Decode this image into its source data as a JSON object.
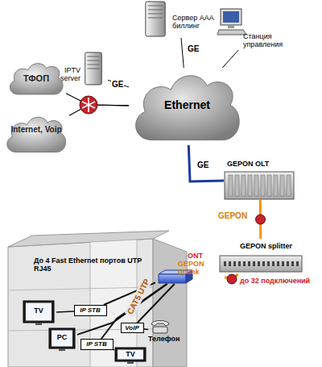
{
  "diagram": {
    "nodes": [
      {
        "text": [
          "Сервер AAA биллинг"
        ]
      },
      {
        "text": [
          "Станция управления"
        ]
      },
      {
        "text": [
          "IPTV server"
        ]
      },
      {
        "text": [
          "Ethernet"
        ]
      },
      {
        "text": [
          "ТФОП"
        ]
      },
      {
        "text": [
          "Internet, Voip"
        ]
      },
      {
        "text": [
          "GEPON OLT"
        ]
      },
      {
        "text": [
          "GEPON splitter"
        ]
      },
      {
        "text": [
          "ONT",
          "GEPON uplink"
        ]
      },
      {
        "text": [
          "IP STB"
        ]
      },
      {
        "text": [
          "VoIP"
        ]
      },
      {
        "text": [
          "Телефон"
        ]
      },
      {
        "text": [
          "IP STB"
        ]
      },
      {
        "text": [
          "TV"
        ]
      },
      {
        "text": [
          "PC"
        ]
      },
      {
        "text": [
          "TV"
        ]
      }
    ],
    "edges": [
      {
        "from": 0,
        "to": 3,
        "arrow": "none",
        "label": "GE"
      },
      {
        "from": 1,
        "to": 3,
        "arrow": "none"
      },
      {
        "from": 2,
        "to": 3,
        "arrow": "none",
        "label": "GE"
      },
      {
        "from": 4,
        "to": 3,
        "arrow": "none"
      },
      {
        "from": 5,
        "to": 3,
        "arrow": "none"
      },
      {
        "from": 3,
        "to": 6,
        "arrow": "none",
        "label": "GE"
      },
      {
        "from": 6,
        "to": 7,
        "arrow": "none",
        "label": "GEPON"
      },
      {
        "from": 7,
        "to": 8,
        "arrow": "none"
      },
      {
        "from": 8,
        "to": 9,
        "arrow": "none"
      },
      {
        "from": 8,
        "to": 10,
        "arrow": "none"
      },
      {
        "from": 8,
        "to": 12,
        "arrow": "none"
      },
      {
        "from": 8,
        "to": 14,
        "arrow": "none"
      },
      {
        "from": 9,
        "to": 13,
        "arrow": "none"
      },
      {
        "from": 10,
        "to": 11,
        "arrow": "none"
      },
      {
        "from": 12,
        "to": 15,
        "arrow": "none"
      }
    ],
    "labels": [
      "До 4 Fast Ethernet портов UTP RJ45",
      "до 32 подключений",
      "CAT5 UTP"
    ]
  }
}
